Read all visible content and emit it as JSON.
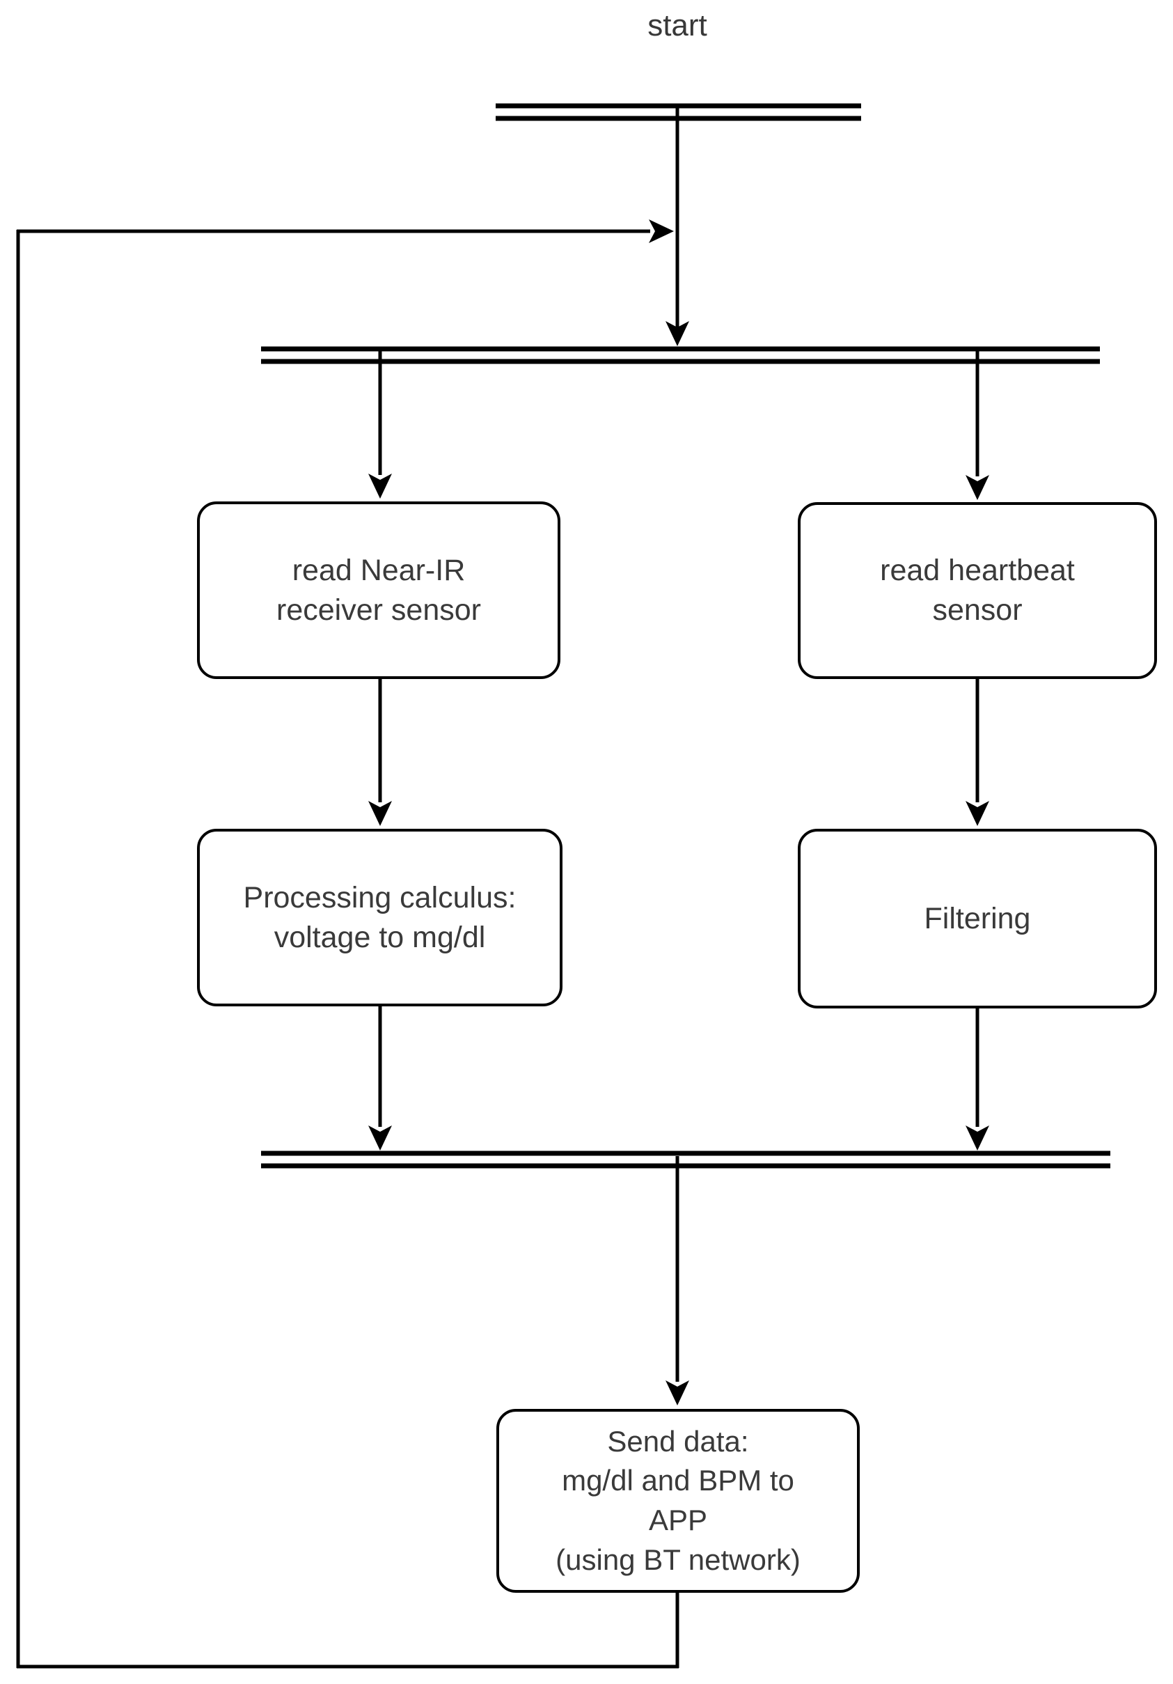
{
  "canvas": {
    "background": "#ffffff",
    "line_color": "#000000",
    "text_color": "#3a3a3a"
  },
  "diagram": {
    "start_label": "start",
    "nodes": {
      "read_near_ir": {
        "label": "read Near-IR\nreceiver sensor"
      },
      "read_heartbeat": {
        "label": "read heartbeat\nsensor"
      },
      "processing": {
        "label": "Processing calculus:\nvoltage to mg/dl"
      },
      "filtering": {
        "label": "Filtering"
      },
      "send_data": {
        "label": "Send data:\nmg/dl and BPM to\nAPP\n(using BT network)"
      }
    },
    "edges": [
      "start-bar → main trunk",
      "loop-return → main trunk (merge arrow)",
      "fork-bar → read_near_ir",
      "fork-bar → read_heartbeat",
      "read_near_ir → processing",
      "read_heartbeat → filtering",
      "processing → join-bar",
      "filtering → join-bar",
      "join-bar → send_data",
      "send_data → loop-return"
    ]
  }
}
